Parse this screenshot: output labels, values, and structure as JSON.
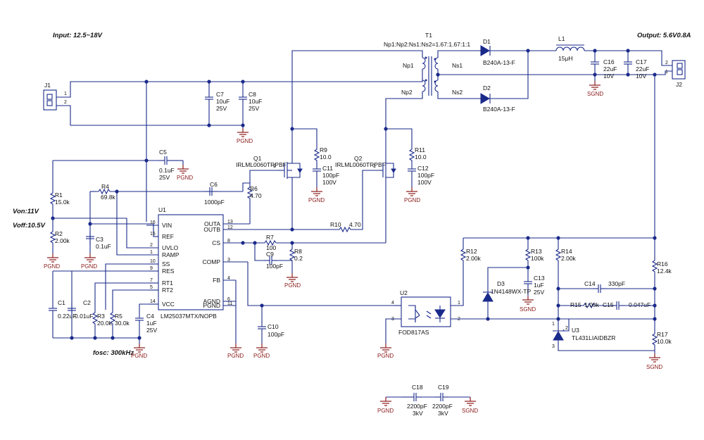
{
  "notes": {
    "input": "Input: 12.5~18V",
    "output": "Output: 5.6V0.8A",
    "von": "Von:11V",
    "voff": "Voff:10.5V",
    "fosc": "fosc: 300kHz",
    "ratio": "Np1:Np2:Ns1:Ns2=1.67:1.67:1:1"
  },
  "ics": {
    "u1": {
      "ref": "U1",
      "part": "LM25037MTX/NOPB",
      "left_pins": [
        {
          "num": "16",
          "name": "VIN"
        },
        {
          "num": "15",
          "name": "REF"
        },
        {
          "num": "2",
          "name": "UVLO"
        },
        {
          "num": "1",
          "name": "RAMP"
        },
        {
          "num": "10",
          "name": "SS"
        },
        {
          "num": "9",
          "name": "RES"
        },
        {
          "num": "7",
          "name": "RT1"
        },
        {
          "num": "5",
          "name": "RT2"
        },
        {
          "num": "14",
          "name": "VCC"
        }
      ],
      "right_pins": [
        {
          "num": "13",
          "name": "OUTA"
        },
        {
          "num": "12",
          "name": "OUTB"
        },
        {
          "num": "8",
          "name": "CS"
        },
        {
          "num": "3",
          "name": "COMP"
        },
        {
          "num": "4",
          "name": "FB"
        },
        {
          "num": "6",
          "name": "AGND"
        },
        {
          "num": "11",
          "name": "PGND"
        }
      ]
    },
    "u2": {
      "ref": "U2",
      "part": "FOD817AS",
      "pins": [
        "4",
        "3",
        "1",
        "2"
      ]
    },
    "u3": {
      "ref": "U3",
      "part": "TL431LIAIDBZR",
      "pins": [
        "1",
        "2",
        "3"
      ]
    }
  },
  "transformer": {
    "ref": "T1",
    "windings": [
      "Np1",
      "Np2",
      "Ns1",
      "Ns2"
    ]
  },
  "connectors": {
    "j1": {
      "ref": "J1",
      "pins": [
        "1",
        "2"
      ]
    },
    "j2": {
      "ref": "J2",
      "pins": [
        "2",
        "1"
      ]
    }
  },
  "mosfets": {
    "q1": {
      "ref": "Q1",
      "part": "IRLML0060TRPBF",
      "pin": "1"
    },
    "q2": {
      "ref": "Q2",
      "part": "IRLML0060TRPBF",
      "pin": "1"
    }
  },
  "diodes": {
    "d1": {
      "ref": "D1",
      "part": "B240A-13-F"
    },
    "d2": {
      "ref": "D2",
      "part": "B240A-13-F"
    },
    "d3": {
      "ref": "D3",
      "part": "1N4148WX-TP"
    }
  },
  "inductor": {
    "ref": "L1",
    "value": "15μH"
  },
  "resistors": {
    "r1": {
      "ref": "R1",
      "value": "15.0k"
    },
    "r2": {
      "ref": "R2",
      "value": "2.00k"
    },
    "r3": {
      "ref": "R3",
      "value": "20.0k"
    },
    "r4": {
      "ref": "R4",
      "value": "69.8k"
    },
    "r5": {
      "ref": "R5",
      "value": "30.0k"
    },
    "r6": {
      "ref": "R6",
      "value": "4.70"
    },
    "r7": {
      "ref": "R7",
      "value": "100"
    },
    "r8": {
      "ref": "R8",
      "value": "0.2"
    },
    "r9": {
      "ref": "R9",
      "value": "10.0"
    },
    "r10": {
      "ref": "R10",
      "value": "4.70"
    },
    "r11": {
      "ref": "R11",
      "value": "10.0"
    },
    "r12": {
      "ref": "R12",
      "value": "2.00k"
    },
    "r13": {
      "ref": "R13",
      "value": "100k"
    },
    "r14": {
      "ref": "R14",
      "value": "2.00k"
    },
    "r15": {
      "ref": "R15",
      "value": "1.00k"
    },
    "r16": {
      "ref": "R16",
      "value": "12.4k"
    },
    "r17": {
      "ref": "R17",
      "value": "10.0k"
    }
  },
  "capacitors": {
    "c1": {
      "ref": "C1",
      "value": "0.22uF"
    },
    "c2": {
      "ref": "C2",
      "value": "0.01uF"
    },
    "c3": {
      "ref": "C3",
      "value": "0.1uF"
    },
    "c4": {
      "ref": "C4",
      "value": "1uF",
      "voltage": "25V"
    },
    "c5": {
      "ref": "C5",
      "value": "0.1uF",
      "voltage": "25V"
    },
    "c6": {
      "ref": "C6",
      "value": "1000pF"
    },
    "c7": {
      "ref": "C7",
      "value": "10uF",
      "voltage": "25V"
    },
    "c8": {
      "ref": "C8",
      "value": "10uF",
      "voltage": "25V"
    },
    "c9": {
      "ref": "C9",
      "value": "100pF"
    },
    "c10": {
      "ref": "C10",
      "value": "100pF"
    },
    "c11": {
      "ref": "C11",
      "value": "100pF",
      "voltage": "100V"
    },
    "c12": {
      "ref": "C12",
      "value": "100pF",
      "voltage": "100V"
    },
    "c13": {
      "ref": "C13",
      "value": "1uF",
      "voltage": "25V"
    },
    "c14": {
      "ref": "C14",
      "value": "330pF"
    },
    "c15": {
      "ref": "C15",
      "value": "0.047uF"
    },
    "c16": {
      "ref": "C16",
      "value": "22uF",
      "voltage": "10V"
    },
    "c17": {
      "ref": "C17",
      "value": "22uF",
      "voltage": "10V"
    },
    "c18": {
      "ref": "C18",
      "value": "2200pF",
      "voltage": "3kV"
    },
    "c19": {
      "ref": "C19",
      "value": "2200pF",
      "voltage": "3kV"
    }
  },
  "grounds": {
    "pgnd": "PGND",
    "sgnd": "SGND"
  },
  "colors": {
    "wire": "#1a2a8a",
    "ground": "#8b1a1a",
    "text": "#111111"
  }
}
